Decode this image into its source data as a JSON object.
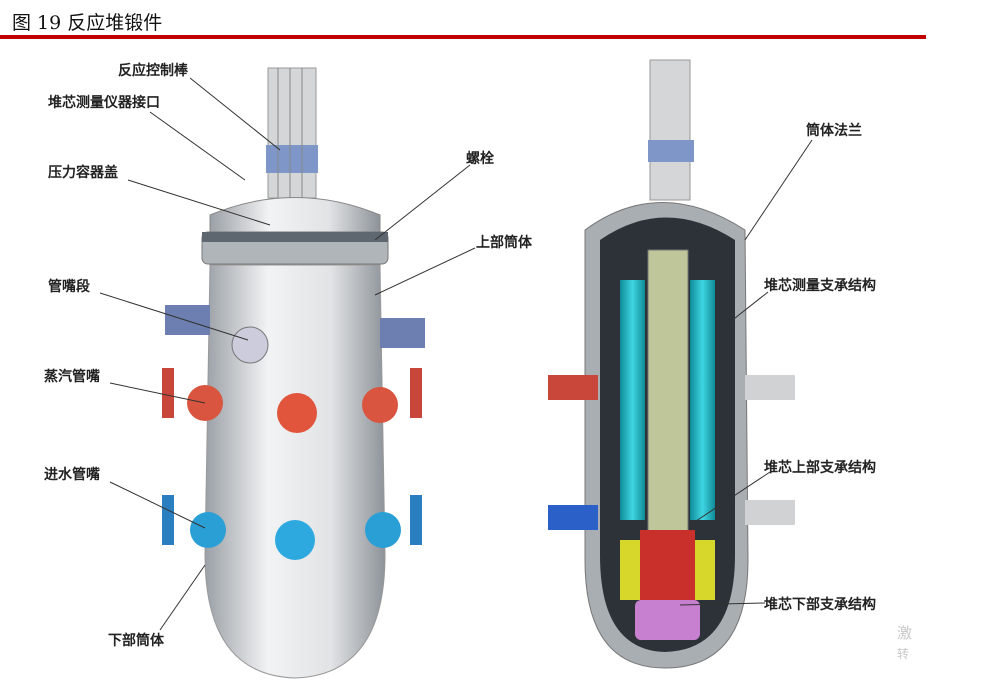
{
  "title": "图 19 反应堆锻件",
  "left_labels": {
    "control_rod": "反应控制棒",
    "instrument_port": "堆芯测量仪器接口",
    "vessel_head": "压力容器盖",
    "bolt": "螺栓",
    "upper_shell": "上部筒体",
    "nozzle_section": "管嘴段",
    "steam_nozzle": "蒸汽管嘴",
    "inlet_nozzle": "进水管嘴",
    "lower_shell": "下部筒体"
  },
  "right_labels": {
    "shell_flange": "筒体法兰",
    "core_instrument_support": "堆芯测量支承结构",
    "upper_core_support": "堆芯上部支承结构",
    "lower_core_support": "堆芯下部支承结构"
  },
  "watermark": {
    "line1": "激",
    "line2": "转"
  },
  "colors": {
    "accent": "#c00000",
    "steam": "#e0553c",
    "inlet": "#2a9fd6",
    "cyan": "#1fb6c4",
    "magenta": "#c77fd0"
  }
}
